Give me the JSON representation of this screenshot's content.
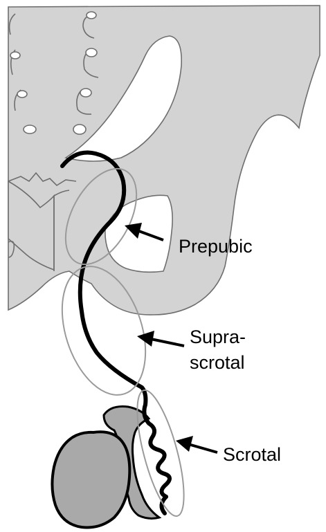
{
  "labels": {
    "prepubic": "Prepubic",
    "suprascrotal_line1": "Supra-",
    "suprascrotal_line2": "scrotal",
    "scrotal": "Scrotal"
  },
  "colors": {
    "bone_fill": "#d3d3d3",
    "outline": "#6e6e6e",
    "testis_fill": "#a9a9a9",
    "cord": "#000000",
    "ellipse": "#9a9a9a",
    "background": "#ffffff"
  }
}
